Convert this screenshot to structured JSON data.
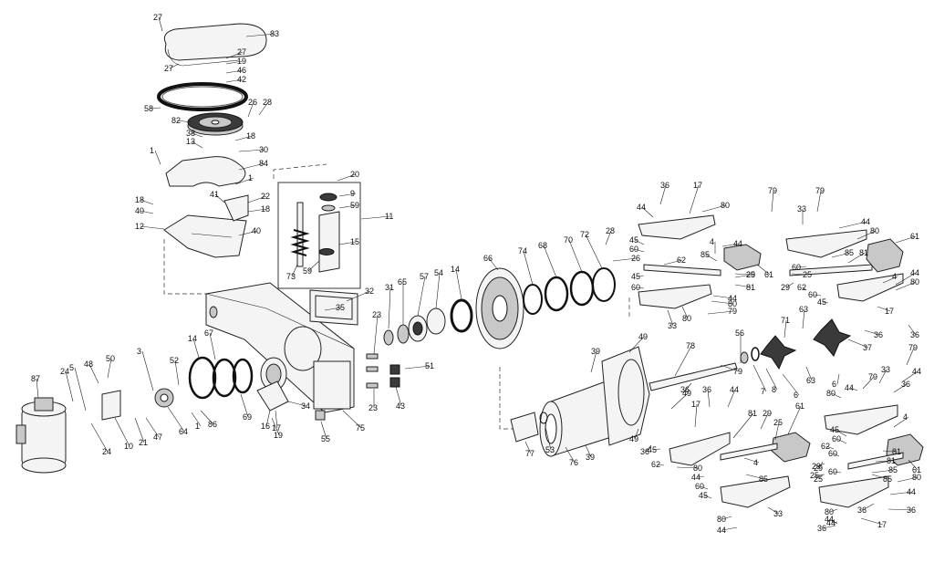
{
  "diagram": {
    "type": "exploded-parts-diagram",
    "part_numbers": [
      "1",
      "3",
      "4",
      "5",
      "6",
      "7",
      "8",
      "9",
      "10",
      "11",
      "12",
      "13",
      "14",
      "15",
      "16",
      "17",
      "18",
      "19",
      "20",
      "21",
      "22",
      "23",
      "24",
      "25",
      "26",
      "27",
      "28",
      "29",
      "30",
      "31",
      "32",
      "33",
      "34",
      "35",
      "36",
      "37",
      "38",
      "39",
      "40",
      "41",
      "42",
      "43",
      "44",
      "45",
      "46",
      "47",
      "48",
      "49",
      "50",
      "51",
      "52",
      "53",
      "54",
      "55",
      "56",
      "57",
      "58",
      "59",
      "60",
      "61",
      "62",
      "63",
      "64",
      "65",
      "66",
      "67",
      "68",
      "69",
      "70",
      "71",
      "72",
      "73",
      "74",
      "75",
      "76",
      "77",
      "78",
      "79",
      "80",
      "81",
      "82",
      "83",
      "84",
      "85",
      "86",
      "87"
    ]
  },
  "callouts": [
    {
      "id": "c1",
      "text": "27"
    },
    {
      "id": "c2",
      "text": "83"
    },
    {
      "id": "c3",
      "text": "27"
    },
    {
      "id": "c4",
      "text": "19"
    },
    {
      "id": "c5",
      "text": "27"
    },
    {
      "id": "c6",
      "text": "46"
    },
    {
      "id": "c7",
      "text": "42"
    },
    {
      "id": "c8",
      "text": "58"
    },
    {
      "id": "c9",
      "text": "26"
    },
    {
      "id": "c10",
      "text": "28"
    },
    {
      "id": "c11",
      "text": "82"
    },
    {
      "id": "c12",
      "text": "38"
    },
    {
      "id": "c13",
      "text": "18"
    },
    {
      "id": "c14",
      "text": "13"
    },
    {
      "id": "c15",
      "text": "30"
    },
    {
      "id": "c16",
      "text": "1"
    },
    {
      "id": "c17",
      "text": "84"
    },
    {
      "id": "c18",
      "text": "1"
    },
    {
      "id": "c19",
      "text": "20"
    },
    {
      "id": "c20",
      "text": "9"
    },
    {
      "id": "c21",
      "text": "59"
    },
    {
      "id": "c22",
      "text": "11"
    },
    {
      "id": "c23",
      "text": "41"
    },
    {
      "id": "c24",
      "text": "22"
    },
    {
      "id": "c25",
      "text": "18"
    },
    {
      "id": "c26",
      "text": "18"
    },
    {
      "id": "c27",
      "text": "40"
    },
    {
      "id": "c28",
      "text": "12"
    },
    {
      "id": "c29",
      "text": "40"
    },
    {
      "id": "c30",
      "text": "15"
    },
    {
      "id": "c31",
      "text": "73"
    },
    {
      "id": "c32",
      "text": "59"
    },
    {
      "id": "c33",
      "text": "32"
    },
    {
      "id": "c34",
      "text": "35"
    },
    {
      "id": "c35",
      "text": "31"
    },
    {
      "id": "c36",
      "text": "65"
    },
    {
      "id": "c37",
      "text": "57"
    },
    {
      "id": "c38",
      "text": "54"
    },
    {
      "id": "c39",
      "text": "14"
    },
    {
      "id": "c40",
      "text": "66"
    },
    {
      "id": "c41",
      "text": "74"
    },
    {
      "id": "c42",
      "text": "68"
    },
    {
      "id": "c43",
      "text": "70"
    },
    {
      "id": "c44",
      "text": "72"
    },
    {
      "id": "c45",
      "text": "28"
    },
    {
      "id": "c46",
      "text": "26"
    },
    {
      "id": "c47",
      "text": "23"
    },
    {
      "id": "c48",
      "text": "51"
    },
    {
      "id": "c49",
      "text": "23"
    },
    {
      "id": "c50",
      "text": "43"
    },
    {
      "id": "c51",
      "text": "3"
    },
    {
      "id": "c52",
      "text": "14"
    },
    {
      "id": "c53",
      "text": "67"
    },
    {
      "id": "c54",
      "text": "52"
    },
    {
      "id": "c55",
      "text": "48"
    },
    {
      "id": "c56",
      "text": "50"
    },
    {
      "id": "c57",
      "text": "24"
    },
    {
      "id": "c58",
      "text": "5"
    },
    {
      "id": "c59",
      "text": "87"
    },
    {
      "id": "c60",
      "text": "24"
    },
    {
      "id": "c61",
      "text": "10"
    },
    {
      "id": "c62",
      "text": "21"
    },
    {
      "id": "c63",
      "text": "47"
    },
    {
      "id": "c64",
      "text": "64"
    },
    {
      "id": "c65",
      "text": "1"
    },
    {
      "id": "c66",
      "text": "86"
    },
    {
      "id": "c67",
      "text": "69"
    },
    {
      "id": "c68",
      "text": "16"
    },
    {
      "id": "c69",
      "text": "17"
    },
    {
      "id": "c70",
      "text": "19"
    },
    {
      "id": "c71",
      "text": "34"
    },
    {
      "id": "c72",
      "text": "55"
    },
    {
      "id": "c73",
      "text": "75"
    },
    {
      "id": "c74",
      "text": "39"
    },
    {
      "id": "c75",
      "text": "49"
    },
    {
      "id": "c76",
      "text": "78"
    },
    {
      "id": "c77",
      "text": "56"
    },
    {
      "id": "c78",
      "text": "7"
    },
    {
      "id": "c79",
      "text": "8"
    },
    {
      "id": "c80",
      "text": "6"
    },
    {
      "id": "c81",
      "text": "71"
    },
    {
      "id": "c82",
      "text": "63"
    },
    {
      "id": "c83",
      "text": "63"
    },
    {
      "id": "c84",
      "text": "37"
    },
    {
      "id": "c85",
      "text": "36"
    },
    {
      "id": "c86",
      "text": "36"
    },
    {
      "id": "c87",
      "text": "77"
    },
    {
      "id": "c88",
      "text": "53"
    },
    {
      "id": "c89",
      "text": "76"
    },
    {
      "id": "c90",
      "text": "39"
    },
    {
      "id": "c91",
      "text": "49"
    },
    {
      "id": "c92",
      "text": "17"
    },
    {
      "id": "c93",
      "text": "49"
    },
    {
      "id": "c94",
      "text": "36"
    },
    {
      "id": "c95",
      "text": "44"
    },
    {
      "id": "c96",
      "text": "36"
    },
    {
      "id": "c97",
      "text": "17"
    },
    {
      "id": "c98",
      "text": "80"
    },
    {
      "id": "c99",
      "text": "36"
    },
    {
      "id": "c100",
      "text": "44"
    },
    {
      "id": "c101",
      "text": "79"
    },
    {
      "id": "c102",
      "text": "79"
    },
    {
      "id": "c103",
      "text": "33"
    },
    {
      "id": "c104",
      "text": "44"
    },
    {
      "id": "c105",
      "text": "80"
    },
    {
      "id": "c106",
      "text": "61"
    },
    {
      "id": "c107",
      "text": "45"
    },
    {
      "id": "c108",
      "text": "60"
    },
    {
      "id": "c109",
      "text": "4"
    },
    {
      "id": "c110",
      "text": "62"
    },
    {
      "id": "c111",
      "text": "85"
    },
    {
      "id": "c112",
      "text": "61"
    },
    {
      "id": "c113",
      "text": "60"
    },
    {
      "id": "c114",
      "text": "85"
    },
    {
      "id": "c115",
      "text": "81"
    },
    {
      "id": "c116",
      "text": "25"
    },
    {
      "id": "c117",
      "text": "45"
    },
    {
      "id": "c118",
      "text": "60"
    },
    {
      "id": "c119",
      "text": "25"
    },
    {
      "id": "c120",
      "text": "29"
    },
    {
      "id": "c121",
      "text": "81"
    },
    {
      "id": "c122",
      "text": "29"
    },
    {
      "id": "c123",
      "text": "62"
    },
    {
      "id": "c124",
      "text": "4"
    },
    {
      "id": "c125",
      "text": "44"
    },
    {
      "id": "c126",
      "text": "80"
    },
    {
      "id": "c127",
      "text": "60"
    },
    {
      "id": "c128",
      "text": "45"
    },
    {
      "id": "c129",
      "text": "33"
    },
    {
      "id": "c130",
      "text": "80"
    },
    {
      "id": "c131",
      "text": "79"
    },
    {
      "id": "c132",
      "text": "17"
    },
    {
      "id": "c133",
      "text": "80"
    },
    {
      "id": "c134",
      "text": "44"
    },
    {
      "id": "c135",
      "text": "44"
    },
    {
      "id": "c136",
      "text": "36"
    },
    {
      "id": "c137",
      "text": "79"
    },
    {
      "id": "c138",
      "text": "33"
    },
    {
      "id": "c139",
      "text": "44"
    },
    {
      "id": "c140",
      "text": "79"
    },
    {
      "id": "c141",
      "text": "6"
    },
    {
      "id": "c142",
      "text": "80"
    },
    {
      "id": "c143",
      "text": "44"
    },
    {
      "id": "c144",
      "text": "36"
    },
    {
      "id": "c145",
      "text": "4"
    },
    {
      "id": "c146",
      "text": "45"
    },
    {
      "id": "c147",
      "text": "60"
    },
    {
      "id": "c148",
      "text": "62"
    },
    {
      "id": "c149",
      "text": "81"
    },
    {
      "id": "c150",
      "text": "85"
    },
    {
      "id": "c151",
      "text": "61"
    },
    {
      "id": "c152",
      "text": "29"
    },
    {
      "id": "c153",
      "text": "25"
    },
    {
      "id": "c154",
      "text": "60"
    },
    {
      "id": "c155",
      "text": "80"
    },
    {
      "id": "c156",
      "text": "44"
    },
    {
      "id": "c157",
      "text": "36"
    },
    {
      "id": "c158",
      "text": "17"
    },
    {
      "id": "c159",
      "text": "36"
    },
    {
      "id": "c160",
      "text": "44"
    },
    {
      "id": "c161",
      "text": "80"
    },
    {
      "id": "c162",
      "text": "45"
    },
    {
      "id": "c163",
      "text": "62"
    },
    {
      "id": "c164",
      "text": "60"
    },
    {
      "id": "c165",
      "text": "45"
    },
    {
      "id": "c166",
      "text": "80"
    },
    {
      "id": "c167",
      "text": "44"
    },
    {
      "id": "c168",
      "text": "79"
    },
    {
      "id": "c169",
      "text": "33"
    },
    {
      "id": "c170",
      "text": "81"
    },
    {
      "id": "c171",
      "text": "29"
    },
    {
      "id": "c172",
      "text": "25"
    },
    {
      "id": "c173",
      "text": "61"
    },
    {
      "id": "c174",
      "text": "4"
    },
    {
      "id": "c175",
      "text": "85"
    },
    {
      "id": "c176",
      "text": "44"
    },
    {
      "id": "c177",
      "text": "80"
    },
    {
      "id": "c178",
      "text": "36"
    },
    {
      "id": "c179",
      "text": "44"
    },
    {
      "id": "c180",
      "text": "29"
    },
    {
      "id": "c181",
      "text": "25"
    },
    {
      "id": "c182",
      "text": "60"
    },
    {
      "id": "c183",
      "text": "81"
    },
    {
      "id": "c184",
      "text": "85"
    }
  ]
}
